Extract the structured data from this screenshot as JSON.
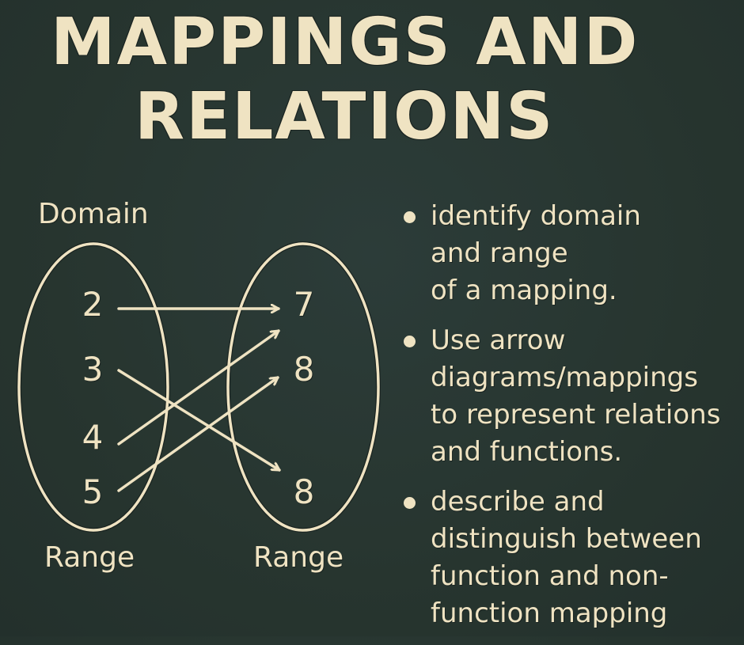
{
  "title": {
    "line1": "MAPPINGS AND",
    "line2": "RELATIONS"
  },
  "diagram": {
    "domain_label": "Domain",
    "left_bottom_label": "Range",
    "right_bottom_label": "Range",
    "left_set": [
      "2",
      "3",
      "4",
      "5"
    ],
    "right_set": [
      "7",
      "8",
      "8"
    ],
    "arrows": [
      {
        "from": "2",
        "to": "7"
      },
      {
        "from": "3",
        "to": "8 (bottom)"
      },
      {
        "from": "4",
        "to": "7"
      },
      {
        "from": "5",
        "to": "8 (middle)"
      }
    ],
    "colors": {
      "background": "#27352f",
      "foreground": "#efe3c2"
    }
  },
  "bullets": [
    {
      "lines": [
        "identify domain",
        "and range",
        "of a mapping."
      ]
    },
    {
      "lines": [
        "Use arrow",
        "diagrams/mappings",
        "to represent relations",
        "and functions."
      ]
    },
    {
      "lines": [
        "describe and",
        "distinguish between",
        "function and non-",
        "function mapping"
      ]
    }
  ]
}
